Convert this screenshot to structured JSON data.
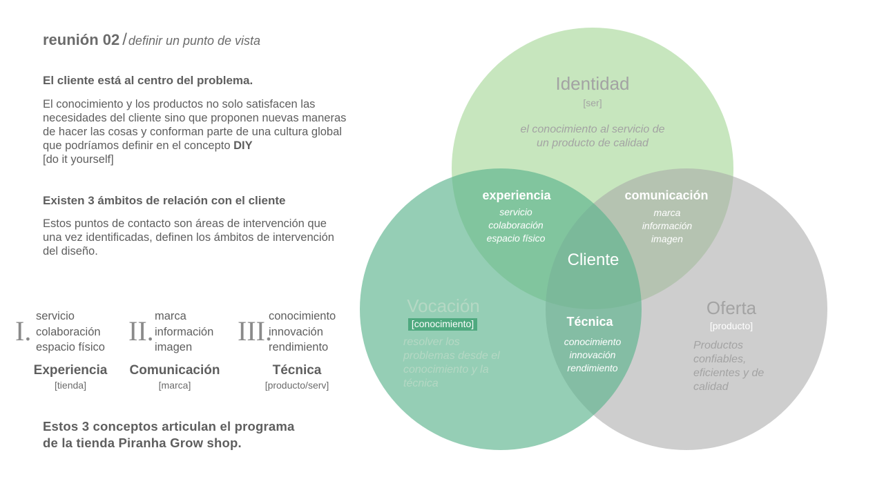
{
  "title": {
    "main": "reunión 02",
    "slash": "/",
    "sub": "definir un punto de vista"
  },
  "section1": {
    "heading": "El cliente está al centro del problema.",
    "body": "El conocimiento y los productos no solo satisfacen las necesidades del cliente sino que proponen nuevas maneras de hacer las cosas y conforman parte de una cultura global que podríamos definir en el concepto ",
    "body_bold": "DIY",
    "body_end": "[do it yourself]"
  },
  "section2": {
    "heading": "Existen 3 ámbitos de relación con el cliente",
    "body": "Estos puntos de contacto son áreas de intervención que una vez identificadas, definen los ámbitos de intervención del diseño."
  },
  "categories": [
    {
      "numeral": "I.",
      "items": [
        "servicio",
        "colaboración",
        "espacio físico"
      ],
      "name": "Experiencia",
      "sub": "[tienda]"
    },
    {
      "numeral": "II.",
      "items": [
        "marca",
        "información",
        "imagen"
      ],
      "name": "Comunicación",
      "sub": "[marca]"
    },
    {
      "numeral": "III.",
      "items": [
        "conocimiento",
        "innovación",
        "rendimiento"
      ],
      "name": "Técnica",
      "sub": "[producto/serv]"
    }
  ],
  "closing": [
    "Estos 3 conceptos articulan el programa",
    "de la tienda Piranha Grow shop."
  ],
  "venn": {
    "colors": {
      "identidad": "#a9d99b",
      "vocacion": "#5cb38e",
      "oferta": "#a6a6a6"
    },
    "identidad": {
      "title": "Identidad",
      "sub": "[ser]",
      "desc": [
        "el conocimiento al servicio de",
        "un producto de calidad"
      ]
    },
    "vocacion": {
      "title": "Vocación",
      "sub": "[conocimiento]",
      "desc": [
        "resolver los",
        "problemas desde el",
        "conocimiento y la",
        "técnica"
      ]
    },
    "oferta": {
      "title": "Oferta",
      "sub": "[producto]",
      "desc": [
        "Productos",
        "confiables,",
        "eficientes y de",
        "calidad"
      ]
    },
    "experiencia": {
      "title": "experiencia",
      "items": [
        "servicio",
        "colaboración",
        "espacio físico"
      ]
    },
    "comunicacion": {
      "title": "comunicación",
      "items": [
        "marca",
        "información",
        "imagen"
      ]
    },
    "tecnica": {
      "title": "Técnica",
      "items": [
        "conocimiento",
        "innovación",
        "rendimiento"
      ]
    },
    "center": "Cliente"
  }
}
